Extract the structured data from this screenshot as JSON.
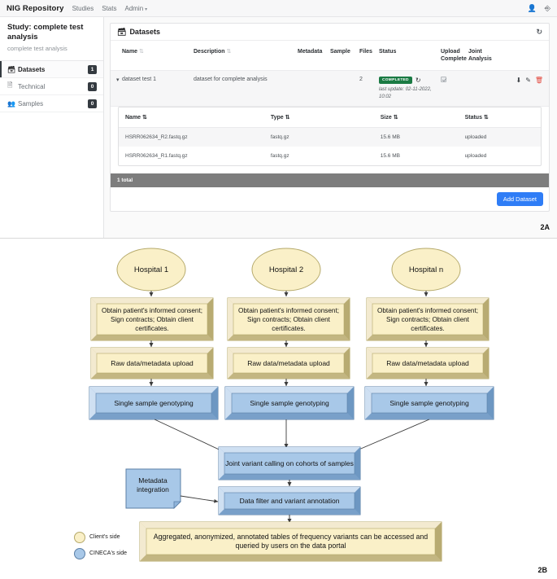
{
  "app": {
    "brand": "NIG Repository",
    "nav": [
      {
        "label": "Studies"
      },
      {
        "label": "Stats"
      },
      {
        "label": "Admin",
        "caret": true
      }
    ],
    "user_icon": "user-icon",
    "logout_icon": "logout-icon"
  },
  "sidebar": {
    "study_title": "Study: complete test analysis",
    "study_subtitle": "complete test analysis",
    "items": [
      {
        "label": "Datasets",
        "badge": "1",
        "icon": "database-icon",
        "active": true
      },
      {
        "label": "Technical",
        "badge": "0",
        "icon": "file-icon",
        "active": false
      },
      {
        "label": "Samples",
        "badge": "0",
        "icon": "samples-icon",
        "active": false
      }
    ]
  },
  "datasets_panel": {
    "title": "Datasets",
    "title_icon": "database-icon",
    "refresh_icon": "refresh-icon",
    "columns": [
      {
        "label": "Name",
        "sortable": true
      },
      {
        "label": "Description",
        "sortable": true
      },
      {
        "label": "Metadata",
        "sortable": false
      },
      {
        "label": "Sample",
        "sortable": false
      },
      {
        "label": "Files",
        "sortable": false
      },
      {
        "label": "Status",
        "sortable": false
      },
      {
        "label": "Upload Complete",
        "sortable": false
      },
      {
        "label": "Joint Analysis",
        "sortable": false
      }
    ],
    "sort_glyph": "⇅",
    "row": {
      "expand_icon": "chevron-down-icon",
      "name": "dataset test 1",
      "description": "dataset for complete analysis",
      "metadata": "",
      "sample": "",
      "files": "2",
      "status_badge": "COMPLETED",
      "status_refresh_icon": "refresh-icon",
      "last_update": "last update: 02-11-2022, 10:02",
      "upload_complete_checked": true,
      "joint_analysis": "",
      "actions": [
        {
          "name": "download-icon",
          "glyph": "⤓",
          "color": "#3d4246"
        },
        {
          "name": "edit-icon",
          "glyph": "✎",
          "color": "#3d4246"
        },
        {
          "name": "delete-icon",
          "glyph": "▮",
          "color": "#e2473c"
        }
      ]
    },
    "files_table": {
      "columns": [
        {
          "label": "Name",
          "sortable": true
        },
        {
          "label": "Type",
          "sortable": true
        },
        {
          "label": "Size",
          "sortable": true
        },
        {
          "label": "Status",
          "sortable": true
        }
      ],
      "rows": [
        {
          "name": "HSRR062634_R2.fastq.gz",
          "type": "fastq.gz",
          "size": "15.6 MB",
          "status": "uploaded"
        },
        {
          "name": "HSRR062634_R1.fastq.gz",
          "type": "fastq.gz",
          "size": "15.6 MB",
          "status": "uploaded"
        }
      ]
    },
    "total_label": "1 total",
    "add_button": "Add Dataset"
  },
  "figure_labels": {
    "panel_a": "2A",
    "panel_b": "2B"
  },
  "diagram": {
    "colors": {
      "client_fill": "#faf0c8",
      "client_stroke": "#b5a96a",
      "client_bevel": "#cfc392",
      "cineca_fill": "#a8c8e8",
      "cineca_stroke": "#5b7fa6",
      "cineca_bevel": "#7da6ce",
      "line": "#3b3b3b"
    },
    "hospitals": [
      {
        "label": "Hospital 1"
      },
      {
        "label": "Hospital 2"
      },
      {
        "label": "Hospital n"
      }
    ],
    "consent_label": "Obtain patient's informed consent; Sign contracts; Obtain client certificates.",
    "upload_label": "Raw data/metadata upload",
    "genotyping_label": "Single sample genotyping",
    "joint_calling_label": "Joint variant calling on cohorts of samples",
    "metadata_note_label": "Metadata integration",
    "filter_label": "Data filter and variant annotation",
    "aggregated_label": "Aggregated, anonymized, annotated tables of frequency variants can be accessed and queried by users on the data portal",
    "legend": [
      {
        "label": "Client's side",
        "color": "#faf0c8"
      },
      {
        "label": "CINECA's side",
        "color": "#a8c8e8"
      }
    ]
  }
}
